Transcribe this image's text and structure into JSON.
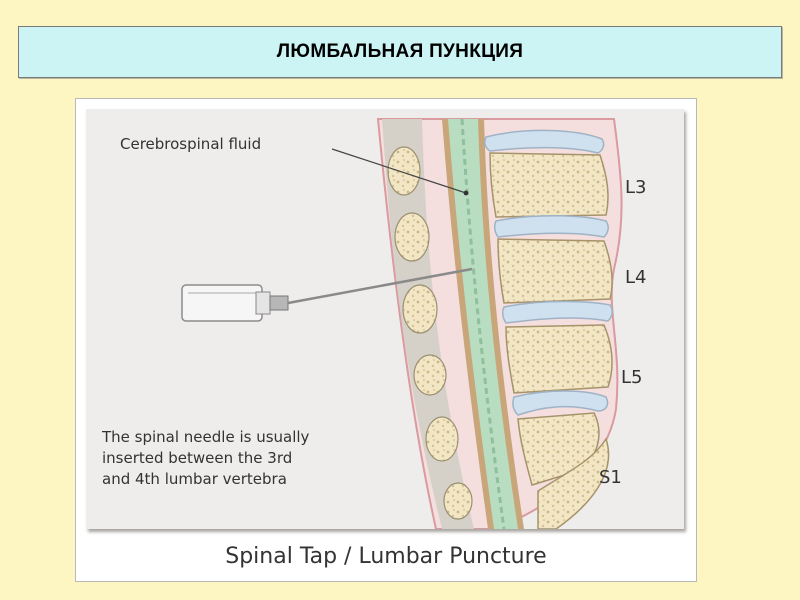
{
  "slide": {
    "title": "ЛЮМБАЛЬНАЯ ПУНКЦИЯ"
  },
  "figure": {
    "labels": {
      "csf": "Cerebrospinal fluid",
      "vertebrae": [
        "L3",
        "L4",
        "L5",
        "S1"
      ],
      "note": "The spinal needle is usually\ninserted between the 3rd\nand 4th lumbar vertebra"
    },
    "caption": "Spinal Tap / Lumbar Puncture"
  },
  "colors": {
    "background": "#fdf6c3",
    "title_bar": "#ccf4f4",
    "spinal_canal": "#b9ddc0",
    "bone": "#f2e6c4",
    "disc": "#cfe0ee"
  }
}
